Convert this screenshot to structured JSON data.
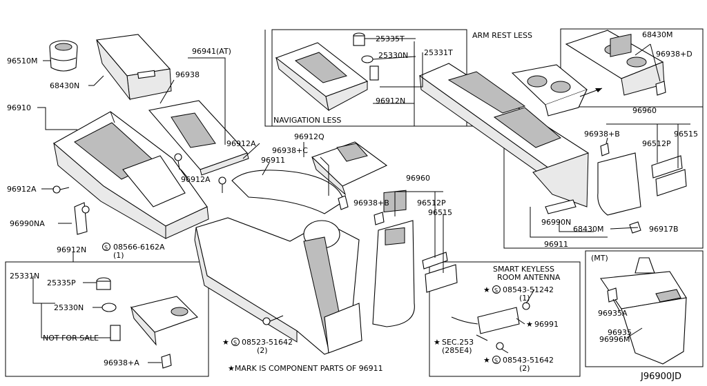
{
  "diagram_id": "J96900JD",
  "boxes": {
    "navigation_less": "NAVIGATION LESS",
    "arm_rest_less": "ARM REST LESS",
    "smart_keyless_1": "SMART KEYLESS",
    "smart_keyless_2": "ROOM  ANTENNA",
    "mt": "(MT)",
    "footnote": "★MARK IS COMPONENT PARTS OF 96911"
  },
  "labels": {
    "p96510M": "96510M",
    "p68430N": "68430N",
    "p96910": "96910",
    "p96941AT": "96941(AT)",
    "p96938_top": "96938",
    "p96912A_a": "96912A",
    "p96912A_b": "96912A",
    "p96912A_c": "96912A",
    "p96911": "96911",
    "p96912Q": "96912Q",
    "p96938C": "96938+C",
    "p96990NA": "96990NA",
    "p96912N_main": "96912N",
    "p08566": "08566-6162A",
    "p08566_qty": "(1)",
    "p25331N": "25331N",
    "p25335P": "25335P",
    "p25330N_low": "25330N",
    "not_for_sale": "NOT FOR SALE",
    "p96938A": "96938+A",
    "p25335T": "25335T",
    "p25330N_top": "25330N",
    "p25331T": "25331T",
    "p96912N_nav": "96912N",
    "p96960_mid": "96960",
    "p96938B_mid": "96938+B",
    "p96512P_mid": "96512P",
    "p96515_mid": "96515",
    "p08523": "08523-51642",
    "p08523_qty": "(2)",
    "p68430M_top": "68430M",
    "p96938D": "96938+D",
    "p96960_right": "96960",
    "p96938B_right": "96938+B",
    "p96512P_right": "96512P",
    "p96515_right": "96515",
    "p96990N": "96990N",
    "p68430M_low": "68430M",
    "p96917B": "96917B",
    "p96911_right": "96911",
    "p08543_a": "08543-51242",
    "p08543_a_qty": "(1)",
    "p96991": "96991",
    "sec253": "SEC.253",
    "sec253_sub": "(285E4)",
    "p08543_b": "08543-51642",
    "p08543_b_qty": "(2)",
    "p96935A": "96935A",
    "p96935": "96935",
    "p96996M": "96996M"
  },
  "glyphs": {
    "star": "★",
    "circle_s": "S"
  }
}
